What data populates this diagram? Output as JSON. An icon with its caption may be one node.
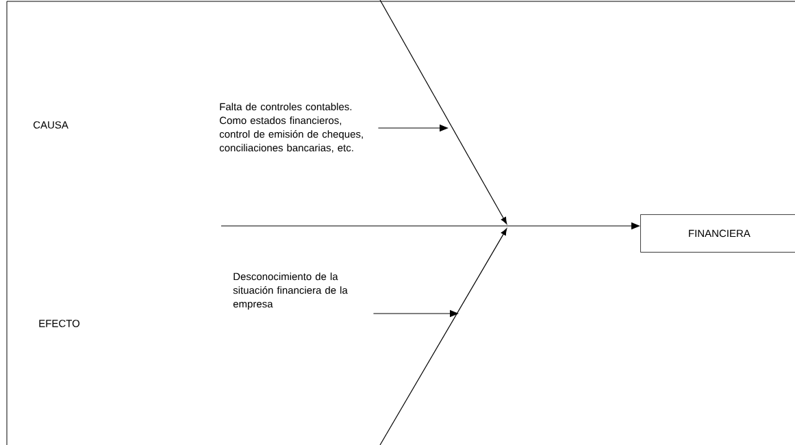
{
  "diagram": {
    "nodes": [
      {
        "text": [
          "FINANCIERA"
        ]
      },
      {
        "text": [
          "Falta de controles contables.  Como estados financieros, control de emisión de cheques, conciliaciones bancarias, etc."
        ]
      },
      {
        "text": [
          "Desconocimiento de la situación financiera de la empresa"
        ]
      }
    ],
    "edges": [
      {
        "from": null,
        "to": 0,
        "arrow": "to"
      },
      {
        "from": 1,
        "to": null,
        "arrow": "to"
      },
      {
        "from": 2,
        "to": null,
        "arrow": "to"
      }
    ],
    "labels": [
      "CAUSA",
      "EFECTO"
    ]
  }
}
